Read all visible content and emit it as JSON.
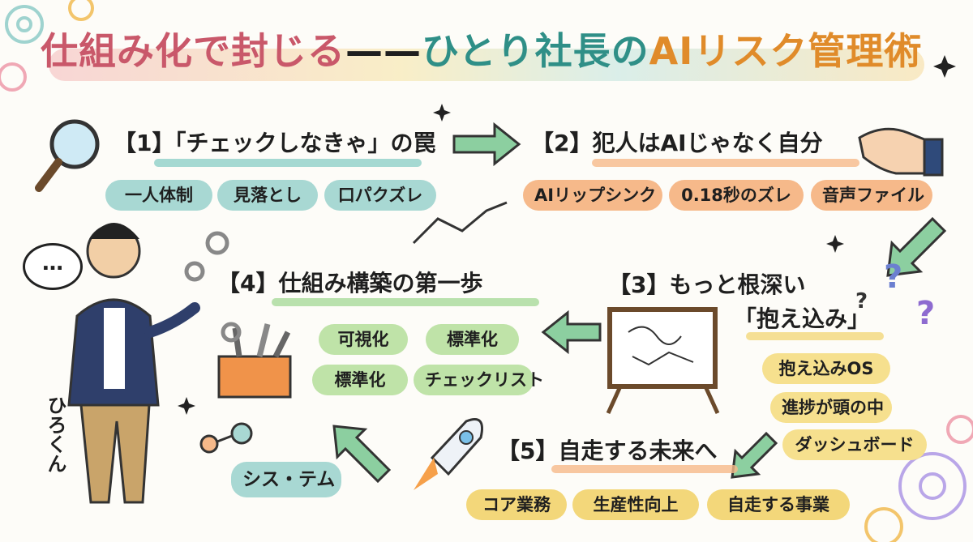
{
  "title": {
    "part1": "仕組み化で封じる",
    "dash": "——",
    "part2": "ひとり社長の",
    "part3": "AI",
    "part4": "リスク管理術"
  },
  "section1": {
    "heading": "【1】「チェックしなきゃ」の罠",
    "pills": [
      "一人体制",
      "見落とし",
      "口パクズレ"
    ]
  },
  "section2": {
    "heading": "【2】犯人はAIじゃなく自分",
    "pills": [
      "AIリップシンク",
      "0.18秒のズレ",
      "音声ファイル"
    ]
  },
  "section3": {
    "heading_line1": "【3】もっと根深い",
    "heading_line2": "「抱え込み」",
    "pills": [
      "抱え込みOS",
      "進捗が頭の中",
      "ダッシュボード"
    ]
  },
  "section4": {
    "heading": "【4】仕組み構築の第一歩",
    "pills": [
      "可視化",
      "標準化",
      "標準化",
      "チェックリスト"
    ]
  },
  "section5": {
    "heading": "【5】自走する未来へ",
    "pills": [
      "コア業務",
      "生産性向上",
      "自走する事業"
    ]
  },
  "system_label": "シス・テム",
  "person": {
    "name": "ひろくん",
    "speech": "…"
  },
  "colors": {
    "teal": "#a8d8d3",
    "orange": "#f6b98a",
    "yellow": "#f6e08e",
    "green": "#bfe3a8",
    "accent_pink": "#c9586a",
    "accent_teal": "#2f8f87"
  },
  "icons": [
    "magnifier-icon",
    "pointing-hand-icon",
    "whiteboard-icon",
    "toolbox-icon",
    "rocket-icon",
    "gear-icon",
    "sparkle-icon",
    "question-mark-icon",
    "arrow-icon"
  ]
}
